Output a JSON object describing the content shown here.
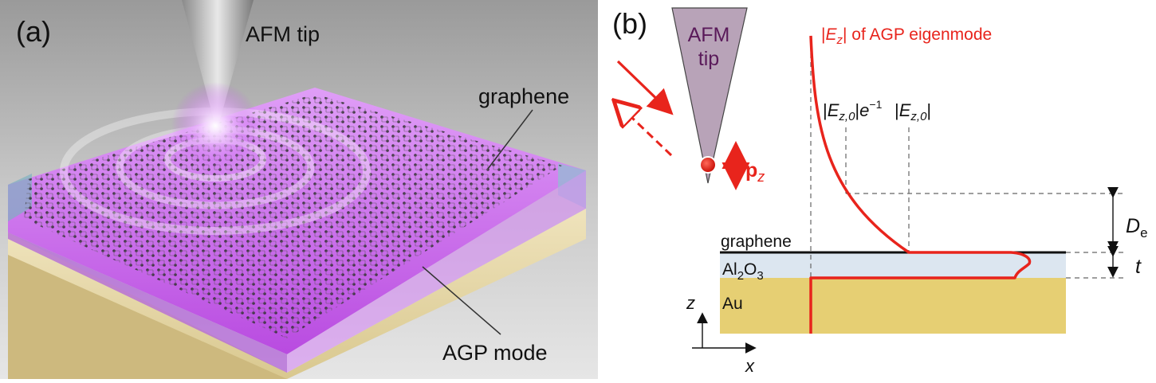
{
  "panel_a": {
    "label": "(a)",
    "afm_tip_label": "AFM tip",
    "graphene_label": "graphene",
    "agp_mode_label": "AGP mode",
    "colors": {
      "background": "#c9c9c9",
      "gold_substrate": "#e9dcb4",
      "mode_glow": "#c34bf0",
      "graphene_atoms": "#2a2a2a"
    }
  },
  "panel_b": {
    "label": "(b)",
    "tip_label_line1": "AFM",
    "tip_label_line2": "tip",
    "dipole_symbol": "p",
    "dipole_subscript": "z",
    "field_curve_label": {
      "bar_open": "|",
      "symbol": "E",
      "subscript": "z",
      "bar_close": "|",
      "text": " of AGP eigenmode"
    },
    "ez0_e_label": {
      "bar_open": "|",
      "symbol": "E",
      "subscript": "z,0",
      "bar_close": "|",
      "base": "e",
      "exponent": "−1"
    },
    "ez0_label": {
      "bar_open": "|",
      "symbol": "E",
      "subscript": "z,0",
      "bar_close": "|"
    },
    "layers": {
      "graphene": "graphene",
      "oxide_prefix": "Al",
      "oxide_sub1": "2",
      "oxide_mid": "O",
      "oxide_sub2": "3",
      "metal": "Au"
    },
    "dims": {
      "decay_main": "D",
      "decay_sub": "e",
      "thickness": "t"
    },
    "axes": {
      "z": "z",
      "x": "x"
    },
    "colors": {
      "field_red": "#e8241c",
      "tip_fill": "#b8a3b8",
      "tip_text": "#5a1a5a",
      "oxide": "#dce6f0",
      "gold": "#e6cf73"
    }
  }
}
